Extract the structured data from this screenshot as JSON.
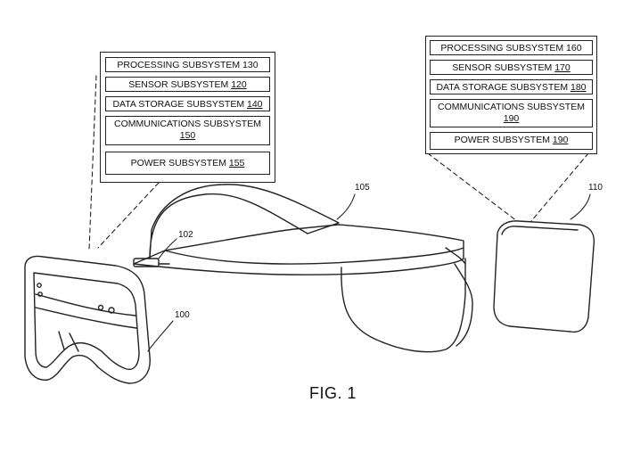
{
  "left_panel": {
    "rows": [
      {
        "text": "PROCESSING SUBSYSTEM 130",
        "num": ""
      },
      {
        "text": "SENSOR SUBSYSTEM ",
        "num": "120"
      },
      {
        "text": "DATA STORAGE SUBSYSTEM ",
        "num": "140"
      },
      {
        "text": "COMMUNICATIONS SUBSYSTEM",
        "num": "150"
      },
      {
        "text": "POWER SUBSYSTEM ",
        "num": "155"
      }
    ]
  },
  "right_panel": {
    "rows": [
      {
        "text": "PROCESSING SUBSYSTEM 160",
        "num": ""
      },
      {
        "text": "SENSOR SUBSYSTEM ",
        "num": "170"
      },
      {
        "text": "DATA STORAGE SUBSYSTEM ",
        "num": "180"
      },
      {
        "text": "COMMUNICATIONS SUBSYSTEM",
        "num": "190"
      },
      {
        "text": "POWER SUBSYSTEM ",
        "num": "190"
      }
    ]
  },
  "labels": {
    "headband": "105",
    "compute_unit": "110",
    "button": "102",
    "visor": "100",
    "figure": "FIG. 1"
  }
}
